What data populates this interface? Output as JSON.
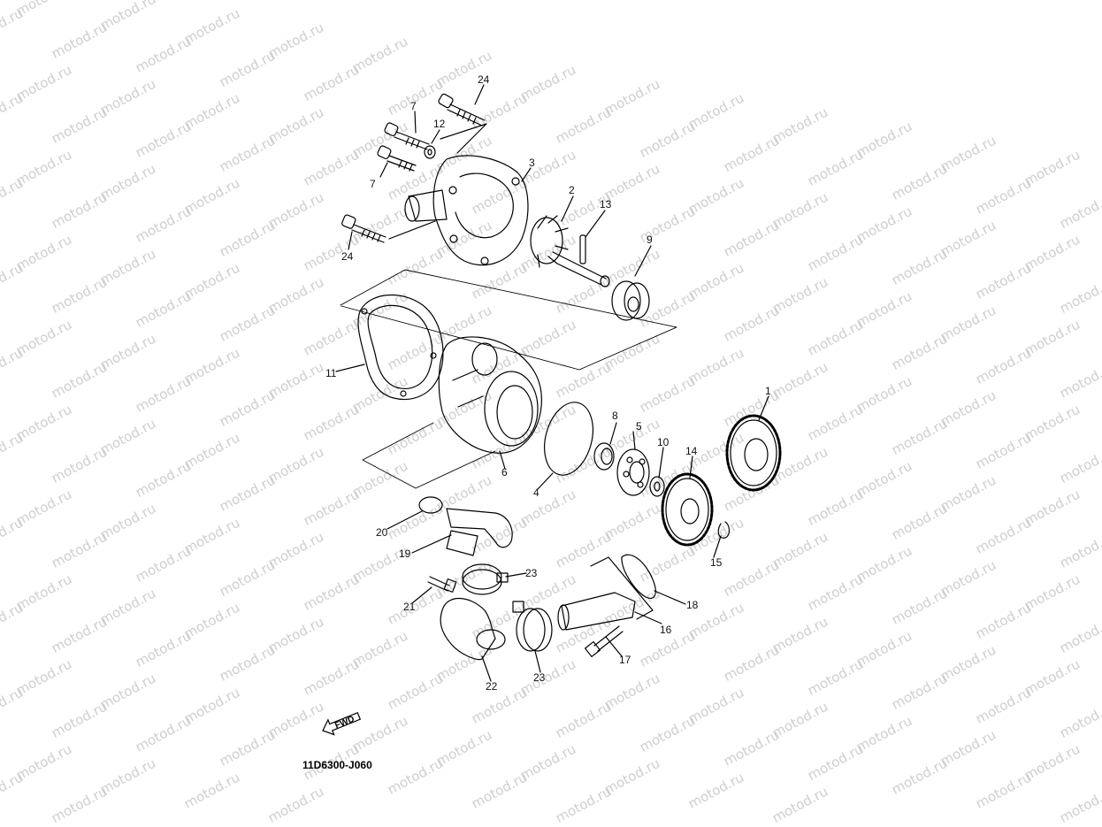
{
  "watermark": "motod.ru",
  "diagram_code": "11D6300-J060",
  "fwd_label": "FWD",
  "parts": {
    "p1": "1",
    "p2": "2",
    "p3": "3",
    "p4": "4",
    "p5": "5",
    "p6": "6",
    "p7a": "7",
    "p7b": "7",
    "p8": "8",
    "p9": "9",
    "p10": "10",
    "p11": "11",
    "p12": "12",
    "p13": "13",
    "p14": "14",
    "p15": "15",
    "p16": "16",
    "p17": "17",
    "p18": "18",
    "p19": "19",
    "p20": "20",
    "p21": "21",
    "p22": "22",
    "p23a": "23",
    "p23b": "23",
    "p24a": "24",
    "p24b": "24"
  }
}
